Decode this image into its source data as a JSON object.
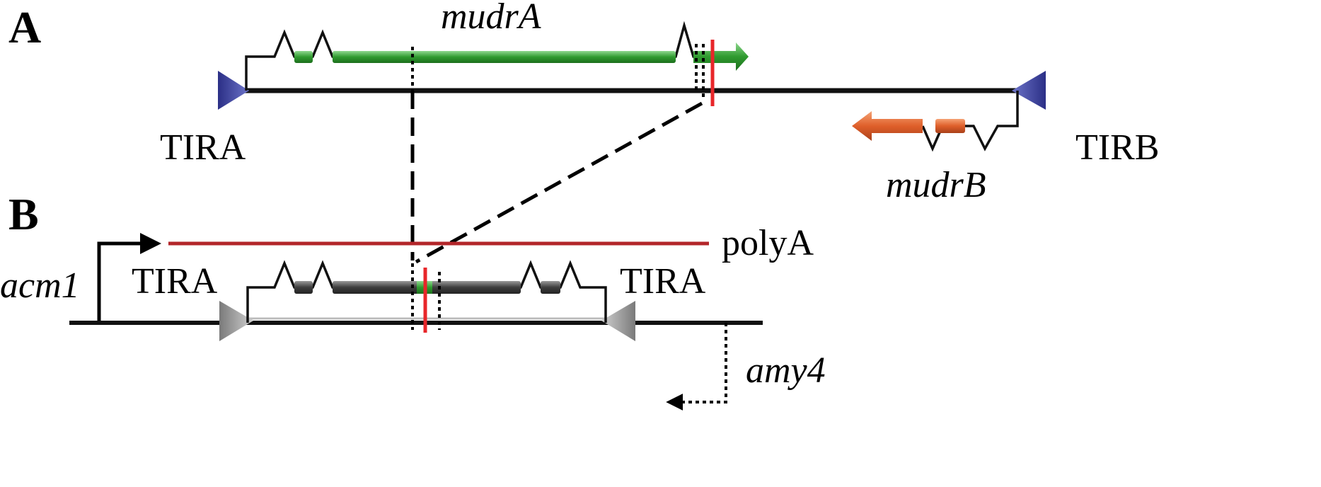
{
  "panels": {
    "a": {
      "letter": "A",
      "gene_top": "mudrA",
      "gene_bottom": "mudrB",
      "tir_left": "TIRA",
      "tir_right": "TIRB",
      "colors": {
        "mudrA": "#3aa13a",
        "mudrB": "#e0642c",
        "tir": "#3b3f9e",
        "cut": "#e8262a"
      }
    },
    "b": {
      "letter": "B",
      "polyA": "polyA",
      "promoter": "acm1",
      "downstream": "amy4",
      "tir_left": "TIRA",
      "tir_right": "TIRA",
      "colors": {
        "transcript": "#b3262a",
        "exon": "#555555",
        "tir": "#9a9a9a",
        "cut": "#e8262a",
        "fragment": "#3aa13a"
      }
    }
  }
}
